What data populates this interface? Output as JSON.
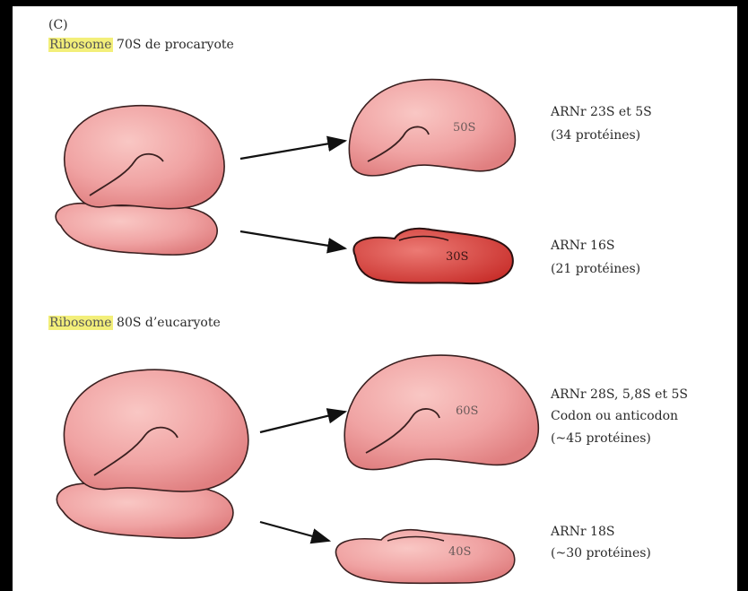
{
  "panel_letter": "(C)",
  "section_prokaryote": {
    "highlight": "Ribosome",
    "rest": " 70S de procaryote",
    "large_subunit": {
      "label": "50S",
      "rna": "ARNr 23S et 5S",
      "proteins": "(34 protéines)"
    },
    "small_subunit": {
      "label": "30S",
      "rna": "ARNr 16S",
      "proteins": "(21 protéines)"
    }
  },
  "section_eukaryote": {
    "highlight": "Ribosome",
    "rest": " 80S d’eucaryote",
    "large_subunit": {
      "label": "60S",
      "rna": "ARNr 28S, 5,8S et 5S",
      "extra": "Codon ou anticodon",
      "proteins": "(~45 protéines)"
    },
    "small_subunit": {
      "label": "40S",
      "rna": "ARNr 18S",
      "proteins": "(~30 protéines)"
    }
  },
  "colors": {
    "subunit_fill": "#f0a3a3",
    "subunit_edge": "#3a2020",
    "small_30s_fill": "#d8453f",
    "highlight": "#f3ef7a"
  }
}
